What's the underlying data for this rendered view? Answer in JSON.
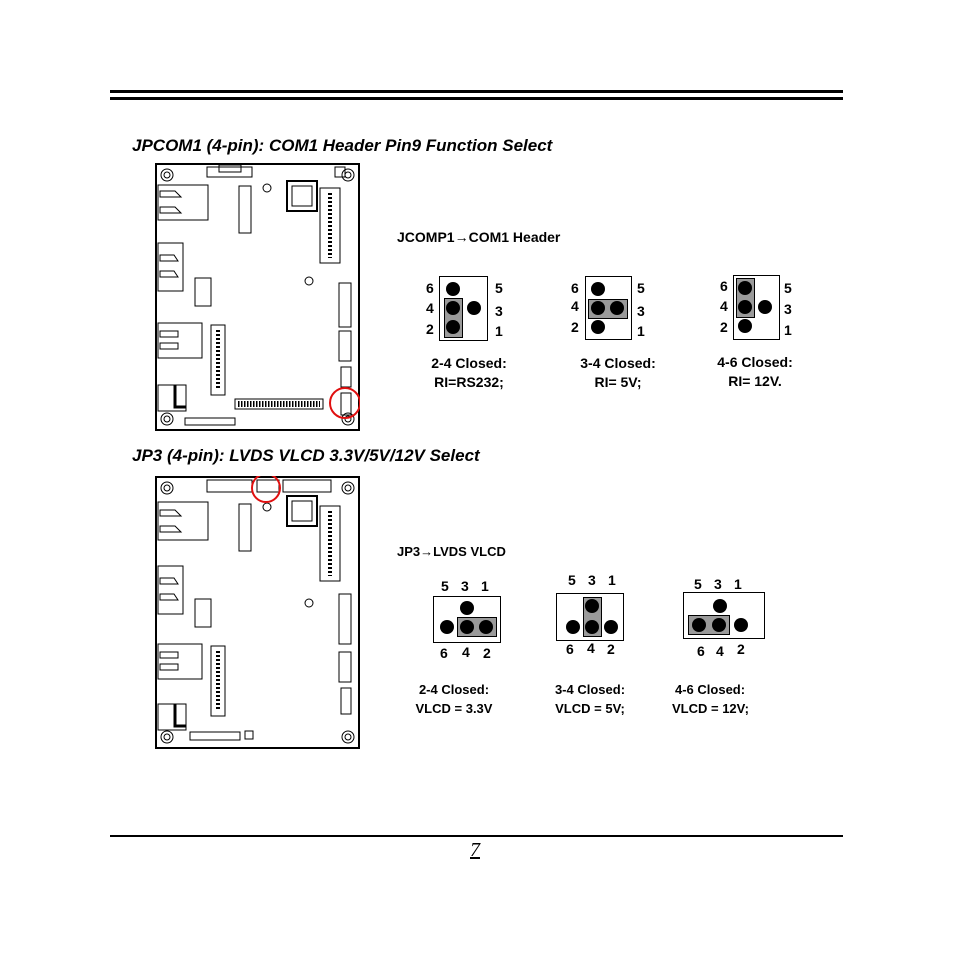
{
  "page": {
    "number": "7"
  },
  "section1": {
    "title": "JPCOM1 (4-pin): COM1 Header Pin9 Function Select",
    "header_label_left": "JCOMP1",
    "header_label_arrow": "→",
    "header_label_right": "COM1 Header",
    "configs": [
      {
        "line1": "2-4 Closed:",
        "line2": "RI=RS232;"
      },
      {
        "line1": "3-4 Closed:",
        "line2": "RI= 5V;"
      },
      {
        "line1": "4-6 Closed:",
        "line2": "RI= 12V."
      }
    ],
    "pin_labels": {
      "p6": "6",
      "p5": "5",
      "p4": "4",
      "p3": "3",
      "p2": "2",
      "p1": "1"
    }
  },
  "section2": {
    "title": "JP3 (4-pin): LVDS VLCD 3.3V/5V/12V Select",
    "header_label_left": "JP3",
    "header_label_arrow": "→",
    "header_label_right": "LVDS VLCD",
    "configs": [
      {
        "line1": "2-4 Closed:",
        "line2": "VLCD = 3.3V"
      },
      {
        "line1": "3-4 Closed:",
        "line2": "VLCD = 5V;"
      },
      {
        "line1": "4-6 Closed:",
        "line2": "VLCD = 12V;"
      }
    ],
    "pin_labels": {
      "p5": "5",
      "p3": "3",
      "p1": "1",
      "p6": "6",
      "p4": "4",
      "p2": "2"
    }
  }
}
